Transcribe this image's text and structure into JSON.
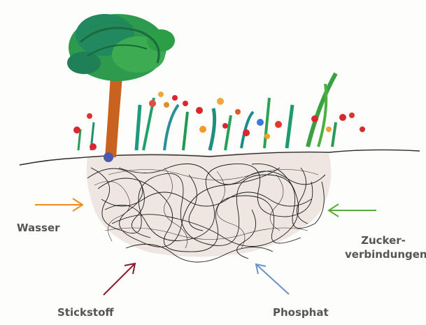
{
  "labels": {
    "wasser": "Wasser",
    "zucker_line1": "Zucker-",
    "zucker_line2": "verbindungen",
    "stickstoff": "Stickstoff",
    "phosphat": "Phosphat"
  },
  "colors": {
    "wasser_arrow": "#f28a1a",
    "zucker_arrow": "#5bab3a",
    "stickstoff_arrow": "#8b1a2b",
    "phosphat_arrow": "#6b93c6",
    "tree_canopy": "#2e9a4e",
    "tree_trunk": "#c8621e",
    "root_tangle": "#1c1c1c",
    "soil_wash": "#e9ddd6"
  }
}
